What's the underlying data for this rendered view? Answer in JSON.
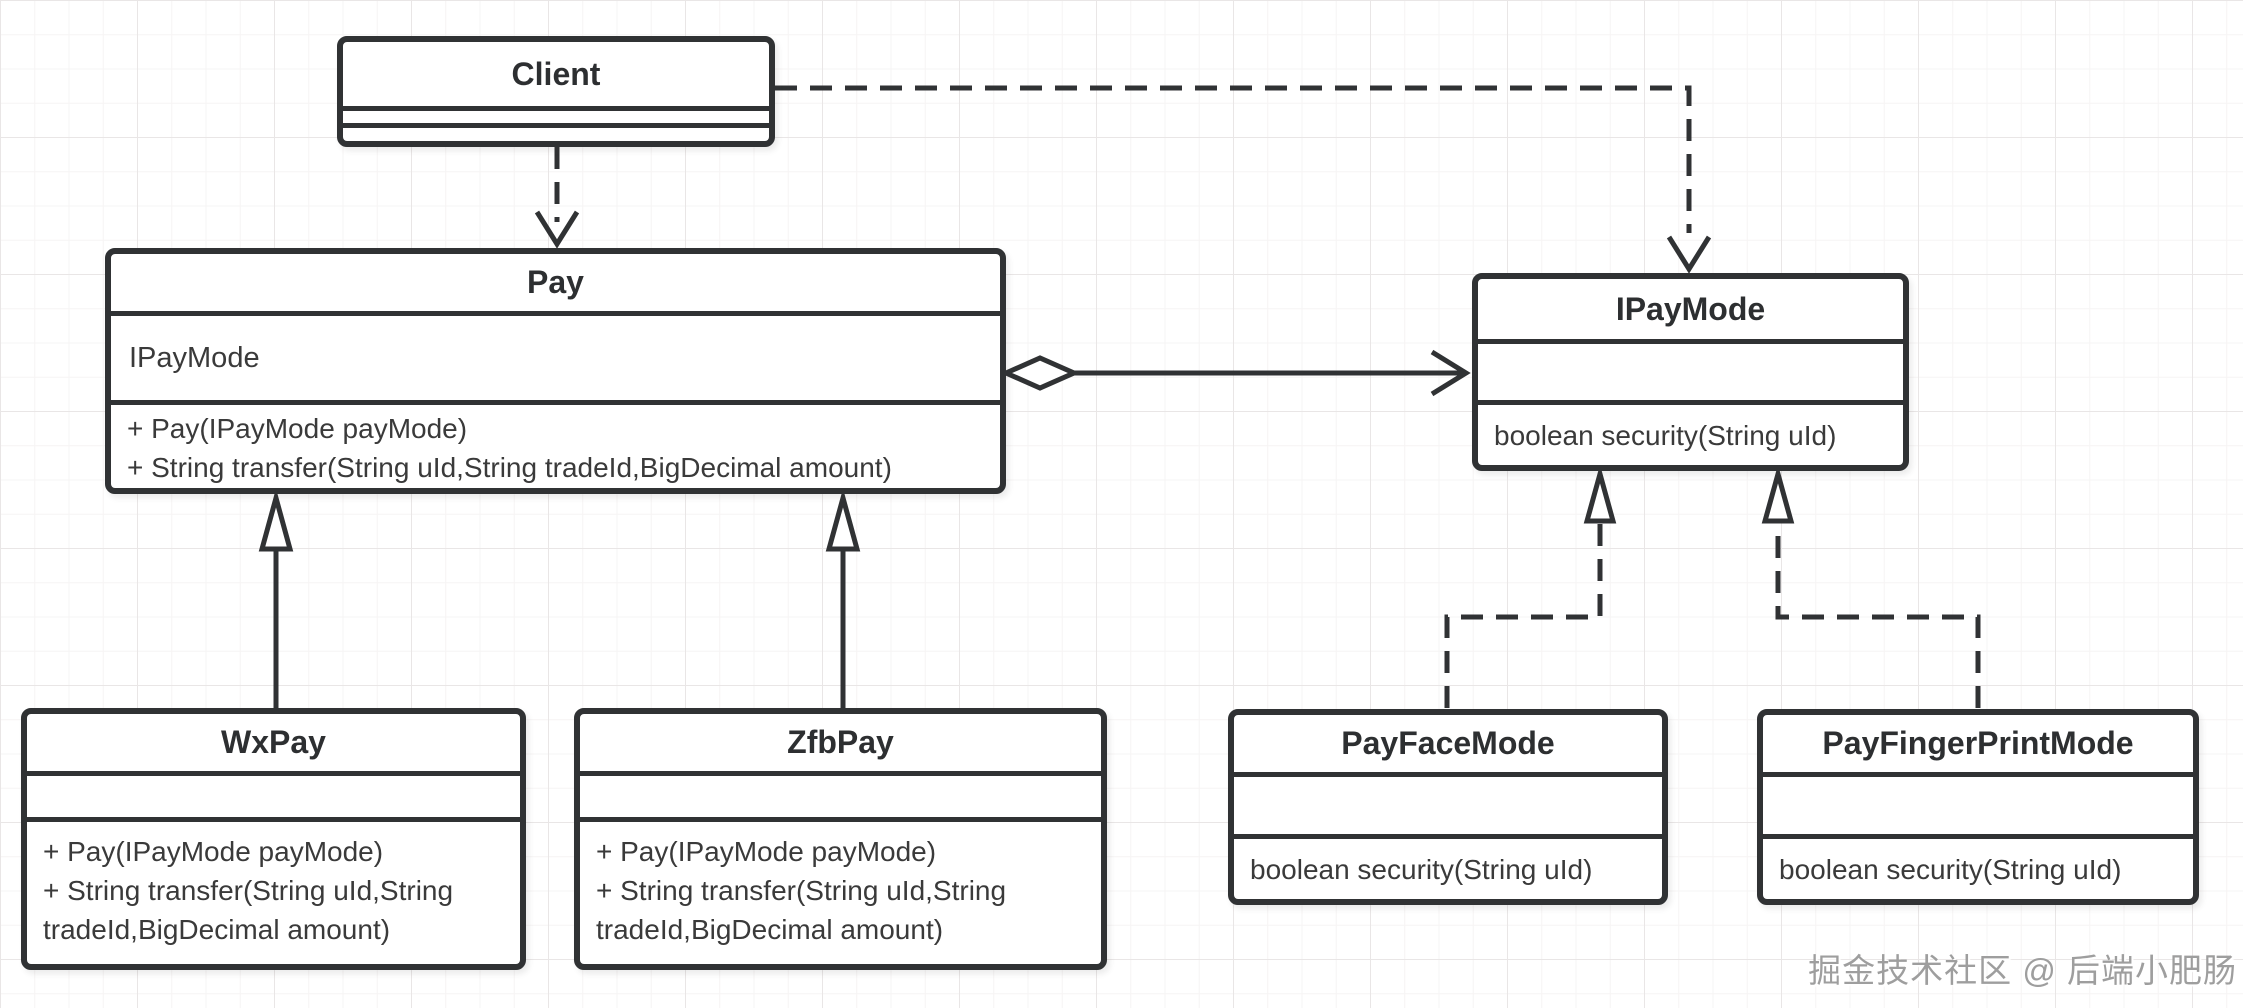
{
  "diagram_title": "Pay / IPayMode UML class diagram",
  "colors": {
    "stroke": "#303234",
    "text": "#3a3a3a",
    "background": "#ffffff",
    "watermark": "#9e9e9e"
  },
  "classes": {
    "client": {
      "name": "Client",
      "attributes": [],
      "methods": []
    },
    "pay": {
      "name": "Pay",
      "attributes": [
        "IPayMode"
      ],
      "methods": [
        "+ Pay(IPayMode payMode)",
        "+ String transfer(String uId,String tradeId,BigDecimal amount)"
      ]
    },
    "ipaymode": {
      "name": "IPayMode",
      "attributes": [],
      "methods": [
        "boolean security(String uId)"
      ]
    },
    "wxpay": {
      "name": "WxPay",
      "attributes": [],
      "methods": [
        "+ Pay(IPayMode payMode)",
        "+ String transfer(String uId,String tradeId,BigDecimal amount)"
      ]
    },
    "zfbpay": {
      "name": "ZfbPay",
      "attributes": [],
      "methods": [
        "+ Pay(IPayMode payMode)",
        "+ String transfer(String uId,String tradeId,BigDecimal amount)"
      ]
    },
    "payfacemode": {
      "name": "PayFaceMode",
      "attributes": [],
      "methods": [
        "boolean security(String uId)"
      ]
    },
    "payfingerprintmode": {
      "name": "PayFingerPrintMode",
      "attributes": [],
      "methods": [
        "boolean security(String uId)"
      ]
    }
  },
  "relations": [
    {
      "from": "Client",
      "to": "Pay",
      "type": "dependency"
    },
    {
      "from": "Client",
      "to": "IPayMode",
      "type": "dependency"
    },
    {
      "from": "Pay",
      "to": "IPayMode",
      "type": "aggregation"
    },
    {
      "from": "WxPay",
      "to": "Pay",
      "type": "generalization"
    },
    {
      "from": "ZfbPay",
      "to": "Pay",
      "type": "generalization"
    },
    {
      "from": "PayFaceMode",
      "to": "IPayMode",
      "type": "realization"
    },
    {
      "from": "PayFingerPrintMode",
      "to": "IPayMode",
      "type": "realization"
    }
  ],
  "watermark": "掘金技术社区 @ 后端小肥肠"
}
